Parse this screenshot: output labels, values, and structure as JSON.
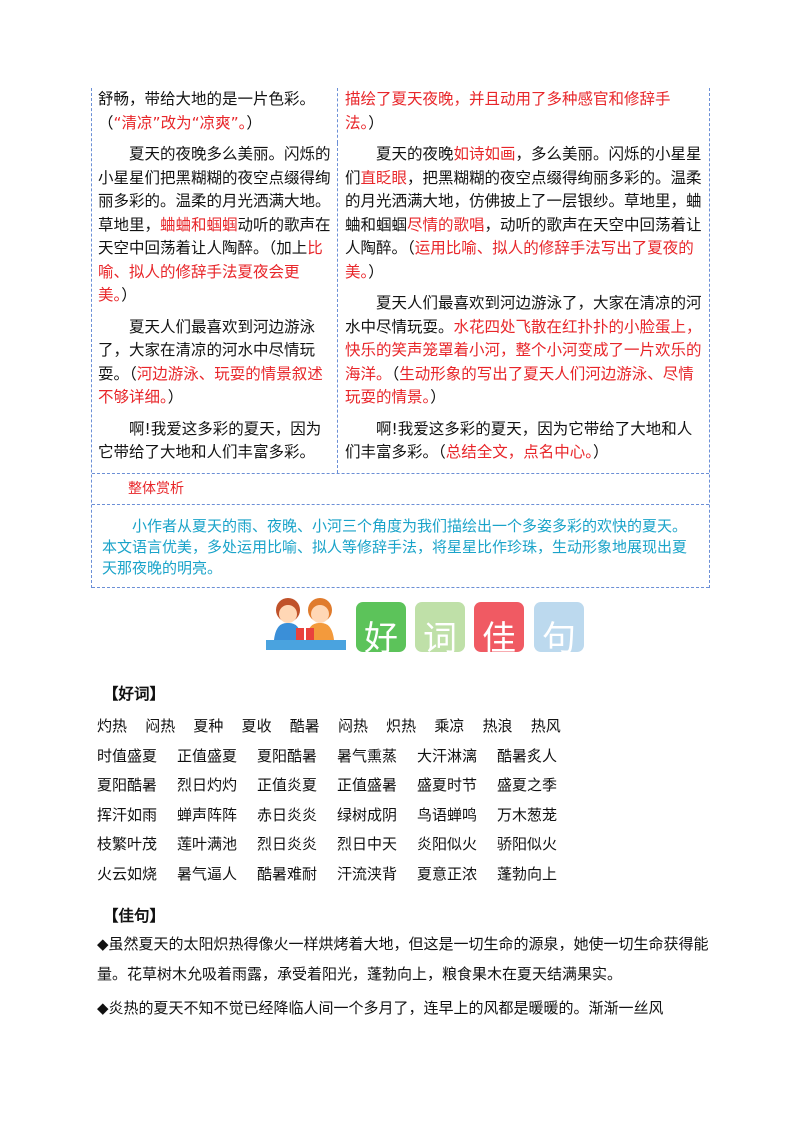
{
  "comparison": {
    "rows": [
      {
        "left": [
          {
            "t": "舒畅，带给大地的是一片色彩。"
          },
          {
            "t": "（"
          },
          {
            "t": "“清凉”改为“凉爽”。",
            "c": "red"
          },
          {
            "t": "）"
          }
        ],
        "right": [
          {
            "t": "描绘了夏天夜晚，并且动用了多种感官和修辞手法。",
            "c": "red"
          },
          {
            "t": "）"
          }
        ],
        "left_indent": false,
        "right_indent": false
      },
      {
        "left": [
          {
            "t": "夏天的夜晚多么美丽。闪烁的小星星们把黑糊糊的夜空点缀得绚丽多彩的。温柔的月光洒满大地。草地里，"
          },
          {
            "t": "蛐蛐和蝈蝈",
            "c": "red"
          },
          {
            "t": "动听的歌声在天空中回荡着让人陶醉。（加上"
          },
          {
            "t": "比喻、拟人的修辞手法夏夜会更美。",
            "c": "red"
          },
          {
            "t": "）"
          }
        ],
        "right": [
          {
            "t": "夏天的夜晚"
          },
          {
            "t": "如诗如画",
            "c": "red"
          },
          {
            "t": "，多么美丽。闪烁的小星星们"
          },
          {
            "t": "直眨眼",
            "c": "red"
          },
          {
            "t": "，把黑糊糊的夜空点缀得绚丽多彩的。温柔的月光洒满大地，仿佛披上了一层银纱。草地里，蛐蛐和蝈蝈"
          },
          {
            "t": "尽情的歌唱",
            "c": "red"
          },
          {
            "t": "，动听的歌声在天空中回荡着让人陶醉。（"
          },
          {
            "t": "运用比喻、拟人的修辞手法写出了夏夜的美。",
            "c": "red"
          },
          {
            "t": "）"
          }
        ],
        "left_indent": true,
        "right_indent": true
      },
      {
        "left": [
          {
            "t": "夏天人们最喜欢到河边游泳了，大家在清凉的河水中尽情玩耍。（"
          },
          {
            "t": "河边游泳、玩耍的情景叙述不够详细。",
            "c": "red"
          },
          {
            "t": "）"
          }
        ],
        "right": [
          {
            "t": "夏天人们最喜欢到河边游泳了，大家在清凉的河水中尽情玩耍。"
          },
          {
            "t": "水花四处飞散在红扑扑的小脸蛋上，快乐的笑声笼罩着小河，整个小河变成了一片欢乐的海洋。",
            "c": "red"
          },
          {
            "t": "（"
          },
          {
            "t": "生动形象的写出了夏天人们河边游泳、尽情玩耍的情景。",
            "c": "red"
          },
          {
            "t": "）"
          }
        ],
        "left_indent": true,
        "right_indent": true
      },
      {
        "left": [
          {
            "t": "啊!我爱这多彩的夏天，因为它带给了大地和人们丰富多彩。"
          }
        ],
        "right": [
          {
            "t": "啊!我爱这多彩的夏天，因为它带给了大地和人们丰富多彩。（"
          },
          {
            "t": "总结全文，点名中心。",
            "c": "red"
          },
          {
            "t": "）"
          }
        ],
        "left_indent": true,
        "right_indent": true
      }
    ],
    "overall_title": "整体赏析",
    "overall_text": "小作者从夏天的雨、夜晚、小河三个角度为我们描绘出一个多姿多彩的欢快的夏天。本文语言优美，多处运用比喻、拟人等修辞手法，将星星比作珍珠，生动形象地展现出夏天那夜晚的明亮。"
  },
  "banner": {
    "tiles": [
      {
        "char": "好",
        "color": "#5cc35a"
      },
      {
        "char": "词",
        "color": "#bfe0a8"
      },
      {
        "char": "佳",
        "color": "#f05a63"
      },
      {
        "char": "句",
        "color": "#bcd9ee"
      }
    ]
  },
  "good_words": {
    "title": "【好词】",
    "rows": [
      [
        "灼热",
        "闷热",
        "夏种",
        "夏收",
        "酷暑",
        "闷热",
        "炽热",
        "乘凉",
        "热浪",
        "热风"
      ],
      [
        "时值盛夏",
        "正值盛夏",
        "夏阳酷暑",
        "暑气熏蒸",
        "大汗淋漓",
        "酷暑炙人"
      ],
      [
        "夏阳酷暑",
        "烈日灼灼",
        "正值炎夏",
        "正值盛暑",
        "盛夏时节",
        "盛夏之季"
      ],
      [
        "挥汗如雨",
        "蝉声阵阵",
        "赤日炎炎",
        "绿树成阴",
        "鸟语蝉鸣",
        "万木葱茏"
      ],
      [
        "枝繁叶茂",
        "莲叶满池",
        "烈日炎炎",
        "烈日中天",
        "炎阳似火",
        "骄阳似火"
      ],
      [
        "火云如烧",
        "暑气逼人",
        "酷暑难耐",
        "汗流浃背",
        "夏意正浓",
        "蓬勃向上"
      ]
    ]
  },
  "good_sentences": {
    "title": "【佳句】",
    "items": [
      "◆虽然夏天的太阳炽热得像火一样烘烤着大地，但这是一切生命的源泉，她使一切生命获得能量。花草树木允吸着雨露，承受着阳光，蓬勃向上，粮食果木在夏天结满果实。",
      "◆炎热的夏天不知不觉已经降临人间一个多月了，连早上的风都是暖暖的。渐渐一丝风"
    ]
  }
}
